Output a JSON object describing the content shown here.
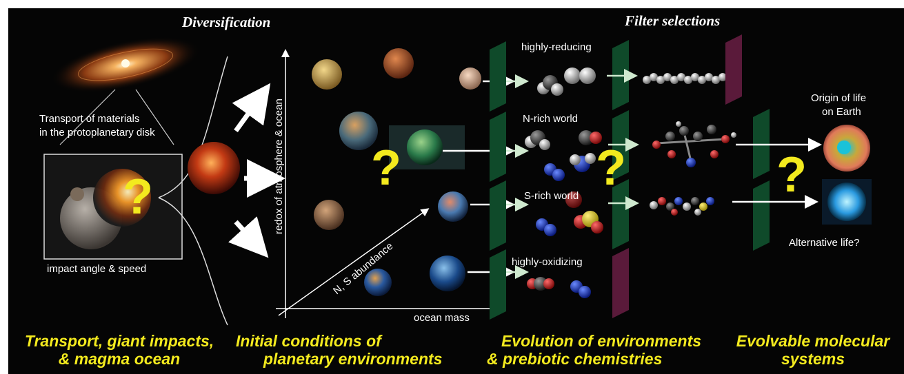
{
  "headings": {
    "diversification": "Diversification",
    "filter_selections": "Filter selections"
  },
  "left_panel": {
    "transport_label_line1": "Transport of materials",
    "transport_label_line2": "in the protoplanetary disk",
    "impact_label": "impact angle & speed"
  },
  "axes": {
    "y_label": "redox of atmosphere & ocean",
    "x_label": "ocean mass",
    "z_label": "N, S abundance"
  },
  "worlds": {
    "highly_reducing": "highly-reducing",
    "n_rich": "N-rich world",
    "s_rich": "S-rich world",
    "highly_oxidizing": "highly-oxidizing"
  },
  "outcomes": {
    "origin_line1": "Origin of life",
    "origin_line2": "on Earth",
    "alternative": "Alternative life?"
  },
  "question_mark": "?",
  "footer": {
    "stage1_line1": "Transport, giant impacts,",
    "stage1_line2": "& magma ocean",
    "stage2_line1": "Initial conditions of",
    "stage2_line2": "planetary environments",
    "stage3_line1": "Evolution of environments",
    "stage3_line2": "& prebiotic chemistries",
    "stage4_line1": "Evolvable molecular",
    "stage4_line2": "systems"
  },
  "colors": {
    "background": "#050505",
    "footer_text": "#f3ea1e",
    "question_mark": "#f3ea1e",
    "filter_green": "#0f4a2a",
    "filter_purple": "#5a1a3a",
    "arrow_white": "#ffffff"
  }
}
